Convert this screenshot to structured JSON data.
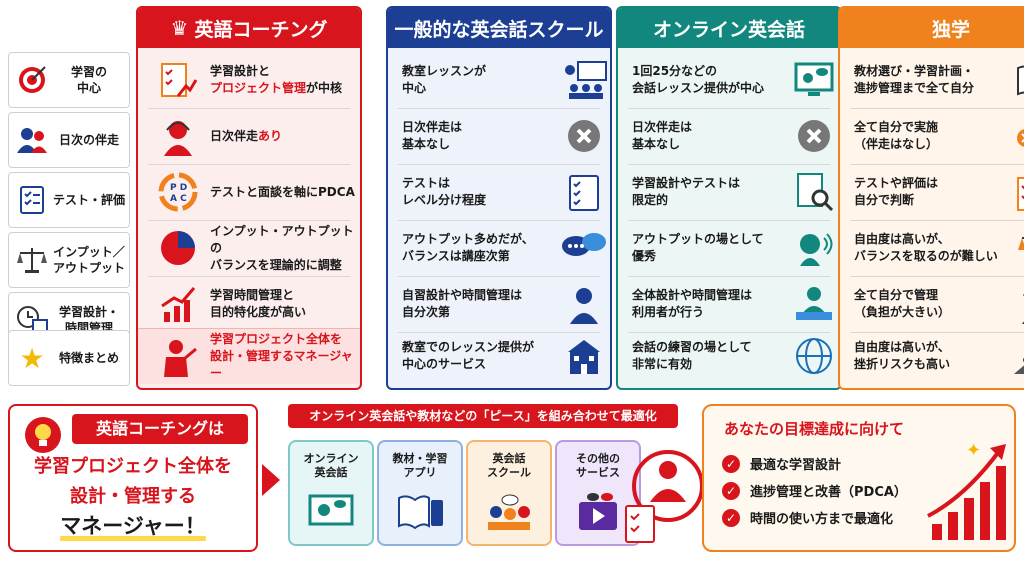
{
  "rows": [
    {
      "label": "学習の\n中心",
      "icon": "target-icon"
    },
    {
      "label": "日次の伴走",
      "icon": "people-icon"
    },
    {
      "label": "テスト・評価",
      "icon": "checklist-icon"
    },
    {
      "label": "インプット／\nアウトプット",
      "icon": "scale-icon"
    },
    {
      "label": "学習設計・\n時間管理",
      "icon": "clock-calendar-icon"
    },
    {
      "label": "特徴まとめ",
      "icon": "star-icon"
    }
  ],
  "columns": [
    {
      "title": "英語コーチング",
      "color": "#d8141c",
      "bg": "#fdeeee",
      "cells": [
        {
          "text": "学習設計と",
          "highlight": "プロジェクト管理",
          "suffix": "が中核",
          "icon": "plan-chart-icon"
        },
        {
          "text": "日次伴走",
          "highlight": "あり",
          "suffix": "",
          "icon": "headset-person-icon"
        },
        {
          "text": "テストと面談を軸にPDCA",
          "highlight": "",
          "suffix": "",
          "icon": "pdca-cycle-icon"
        },
        {
          "text": "インプット・アウトプットの\nバランスを理論的に調整",
          "highlight": "",
          "suffix": "",
          "icon": "pie-chart-icon"
        },
        {
          "text": "学習時間管理と\n目的特化度が高い",
          "highlight": "",
          "suffix": "",
          "icon": "growth-chart-icon"
        },
        {
          "text": "学習プロジェクト全体を\n設計・管理するマネージャー",
          "highlight": "",
          "suffix": "",
          "icon": "presenter-icon"
        }
      ]
    },
    {
      "title": "一般的な英会話スクール",
      "color": "#1c3f94",
      "bg": "#eef3fb",
      "cells": [
        {
          "text": "教室レッスンが\n中心",
          "icon": "classroom-icon"
        },
        {
          "text": "日次伴走は\n基本なし",
          "icon": "cross-circle-icon"
        },
        {
          "text": "テストは\nレベル分け程度",
          "icon": "clipboard-check-icon"
        },
        {
          "text": "アウトプット多めだが、\nバランスは講座次第",
          "icon": "speech-bubbles-icon"
        },
        {
          "text": "自習設計や時間管理は\n自分次第",
          "icon": "thinking-person-icon"
        },
        {
          "text": "教室でのレッスン提供が\n中心のサービス",
          "icon": "school-building-icon"
        }
      ]
    },
    {
      "title": "オンライン英会話",
      "color": "#12877d",
      "bg": "#ecf7f5",
      "cells": [
        {
          "text": "1回25分などの\n会話レッスン提供が中心",
          "icon": "video-monitor-icon"
        },
        {
          "text": "日次伴走は\n基本なし",
          "icon": "cross-circle-icon"
        },
        {
          "text": "学習設計やテストは\n限定的",
          "icon": "document-search-icon"
        },
        {
          "text": "アウトプットの場として\n優秀",
          "icon": "speaking-head-icon"
        },
        {
          "text": "全体設計や時間管理は\n利用者が行う",
          "icon": "laptop-user-icon"
        },
        {
          "text": "会話の練習の場として\n非常に有効",
          "icon": "globe-icon"
        }
      ]
    },
    {
      "title": "独学",
      "color": "#f0821e",
      "bg": "#fff5ea",
      "cells": [
        {
          "text": "教材選び・学習計画・\n進捗管理まで全て自分",
          "icon": "open-book-icon"
        },
        {
          "text": "全て自分で実施\n（伴走はなし）",
          "icon": "alone-person-icon"
        },
        {
          "text": "テストや評価は\n自分で判断",
          "icon": "question-clipboard-icon"
        },
        {
          "text": "自由度は高いが、\nバランスを取るのが難しい",
          "icon": "scale-icon"
        },
        {
          "text": "全て自分で管理\n（負担が大きい）",
          "icon": "stressed-person-icon"
        },
        {
          "text": "自由度は高いが、\n挫折リスクも高い",
          "icon": "mountain-flag-icon"
        }
      ]
    }
  ],
  "summary": {
    "heading": "英語コーチングは",
    "line1": "学習プロジェクト全体を",
    "line2": "設計・管理する",
    "line3": "マネージャー！"
  },
  "pieces": {
    "banner": "オンライン英会話や教材などの「ピース」を組み合わせて最適化",
    "items": [
      {
        "label": "オンライン\n英会話",
        "icon": "video-call-icon"
      },
      {
        "label": "教材・学習\nアプリ",
        "icon": "book-phone-icon"
      },
      {
        "label": "英会話\nスクール",
        "icon": "group-chat-icon"
      },
      {
        "label": "その他の\nサービス",
        "icon": "video-play-icon"
      }
    ]
  },
  "goals": {
    "title": "あなたの目標達成に向けて",
    "items": [
      "最適な学習設計",
      "進捗管理と改善（PDCA）",
      "時間の使い方まで最適化"
    ]
  }
}
